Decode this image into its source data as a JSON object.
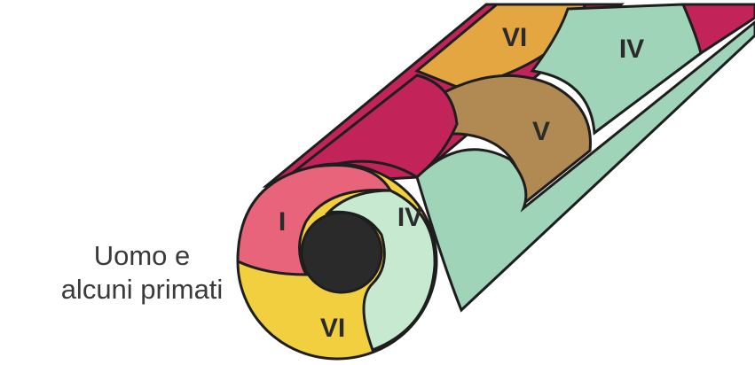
{
  "caption": {
    "line1": "Uomo e",
    "line2": "alcuni primati"
  },
  "labels": {
    "end_I": "I",
    "end_IV": "IV",
    "end_VI": "VI",
    "side_V": "V",
    "side_VI": "VI",
    "side_IV": "IV"
  },
  "colors": {
    "pink": "#e8647a",
    "crimson": "#c2245a",
    "yellow": "#f2cf3e",
    "orange": "#e3a640",
    "light_green": "#c7e9cf",
    "mint": "#9fd4b8",
    "brown": "#b08a52",
    "core": "#2a2a2a",
    "outline": "#1e1e1e"
  }
}
